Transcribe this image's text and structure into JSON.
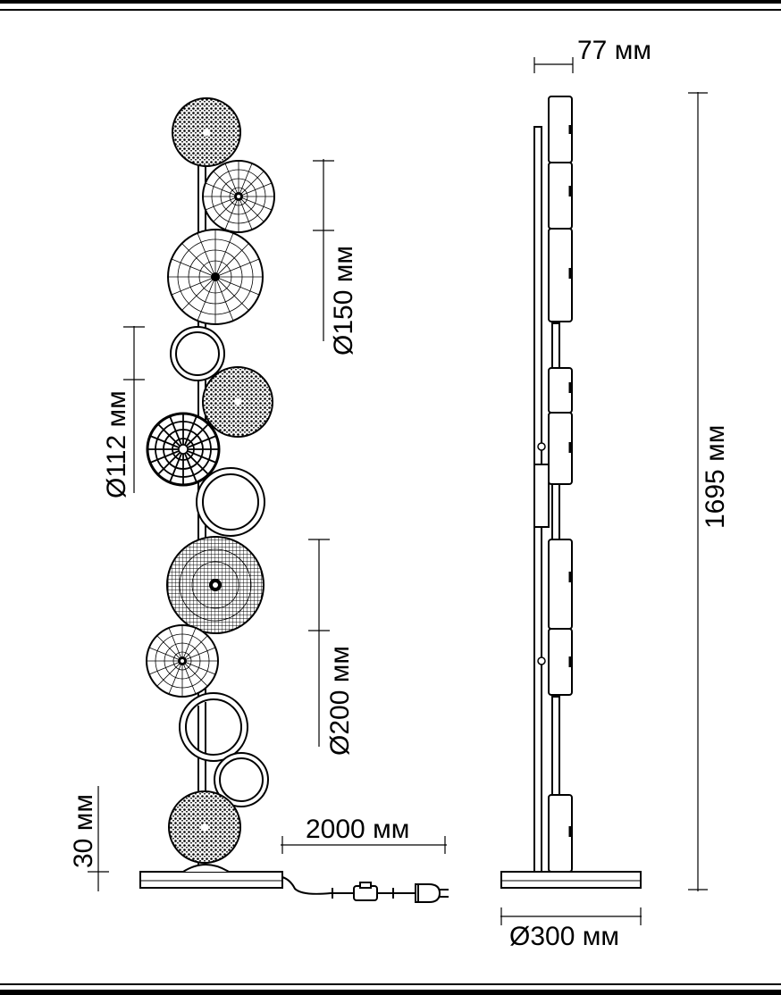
{
  "dimensions": {
    "shade_150": "Ø150 мм",
    "shade_112": "Ø112 мм",
    "shade_200": "Ø200 мм",
    "base_height": "30 мм",
    "cable_length": "2000 мм",
    "depth": "77 мм",
    "total_height": "1695 мм",
    "base_diameter": "Ø300 мм"
  },
  "colors": {
    "line": "#000000",
    "background": "#ffffff"
  }
}
